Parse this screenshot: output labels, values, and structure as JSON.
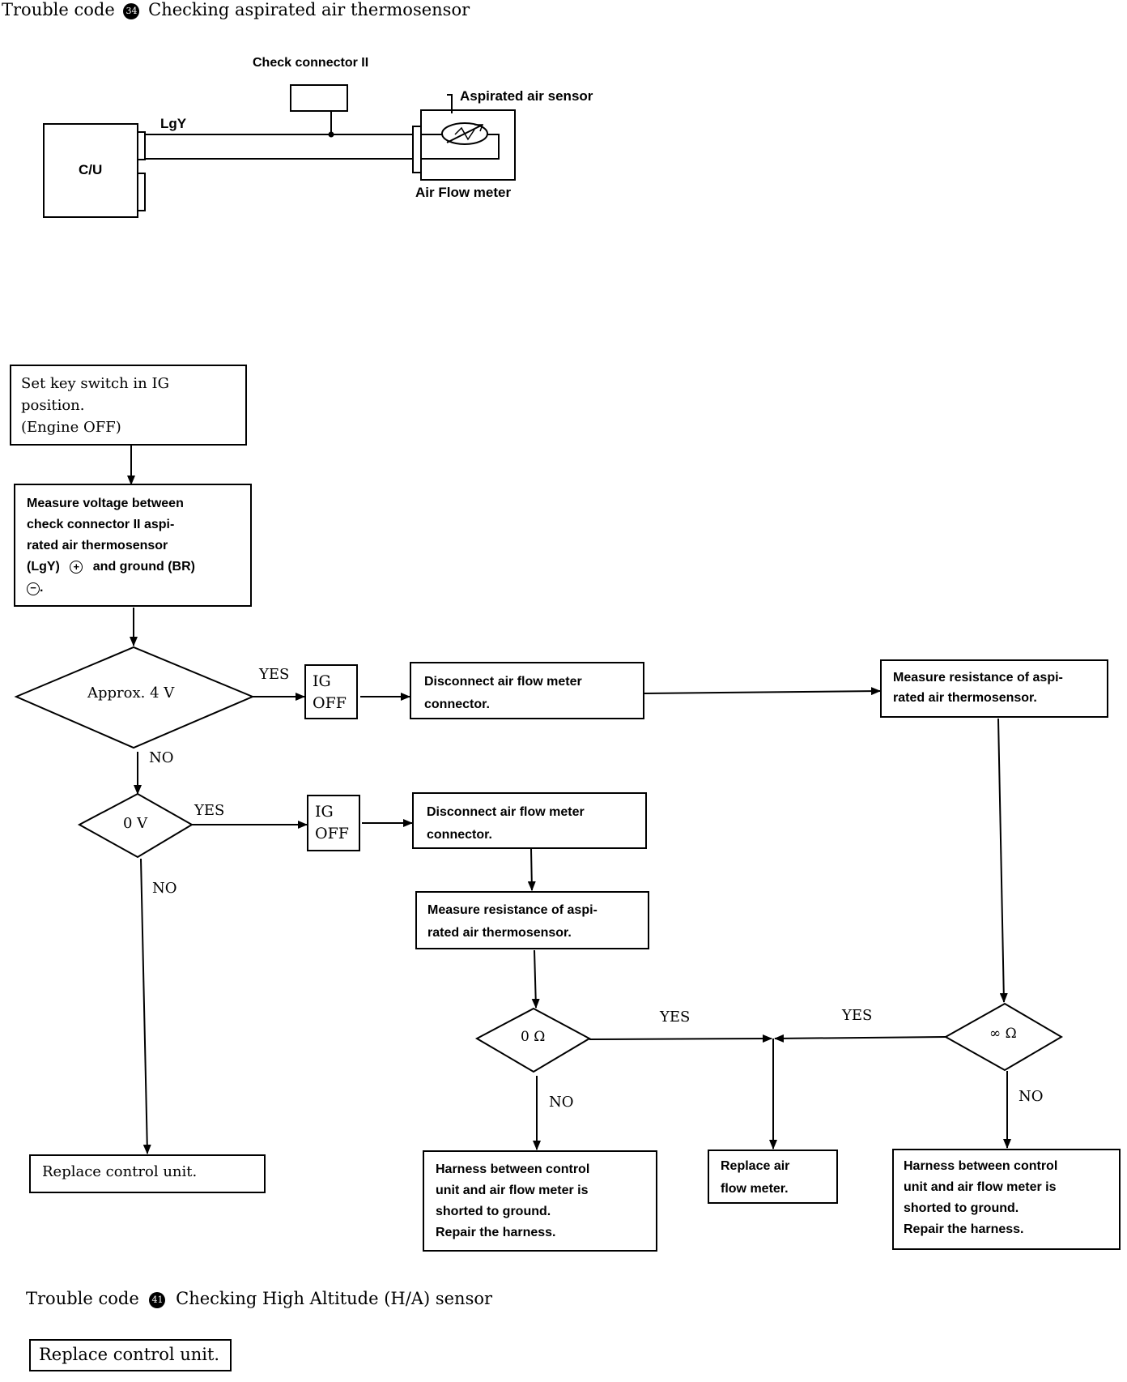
{
  "header": {
    "title_prefix": "Trouble code",
    "code_number": "34",
    "title_text": "Checking aspirated air thermosensor"
  },
  "wiring": {
    "check_connector_label": "Check connector II",
    "aspirated_sensor_label": "Aspirated air sensor",
    "wire_label": "LgY",
    "control_unit_label": "C/U",
    "air_flow_meter_label": "Air Flow meter"
  },
  "flow": {
    "step_set_key": "Set key switch in IG\nposition.\n(Engine OFF)",
    "step_measure_voltage_a": "Measure voltage between\ncheck connector II aspi-\nrated air  thermosensor\n(LgY)",
    "step_measure_voltage_b": "and ground  (BR)",
    "decision_4v": "Approx. 4 V",
    "decision_0v": "0 V",
    "yes_4v": "YES",
    "no_4v": "NO",
    "yes_0v": "YES",
    "no_0v": "NO",
    "ig_off_1": "IG\nOFF",
    "ig_off_2": "IG\nOFF",
    "disconnect_1": "Disconnect air flow meter\nconnector.",
    "disconnect_2": "Disconnect air flow meter\nconnector.",
    "measure_res_right": "Measure resistance of aspi-\nrated air thermosensor.",
    "measure_res_mid": "Measure resistance of aspi-\nrated air thermosensor.",
    "decision_0ohm": "0 Ω",
    "decision_inf": "∞ Ω",
    "yes_0ohm": "YES",
    "yes_inf": "YES",
    "no_0ohm": "NO",
    "no_inf": "NO",
    "replace_cu": "Replace control unit.",
    "harness_mid": "Harness between control\nunit and air flow meter is\nshorted to ground.\nRepair the harness.",
    "replace_afm": "Replace air\nflow meter.",
    "harness_right": "Harness between control\nunit and air flow meter is\nshorted to ground.\nRepair the harness."
  },
  "footer": {
    "title_prefix": "Trouble code",
    "code_number": "41",
    "title_text": "Checking High Altitude (H/A) sensor",
    "action": "Replace control unit."
  }
}
